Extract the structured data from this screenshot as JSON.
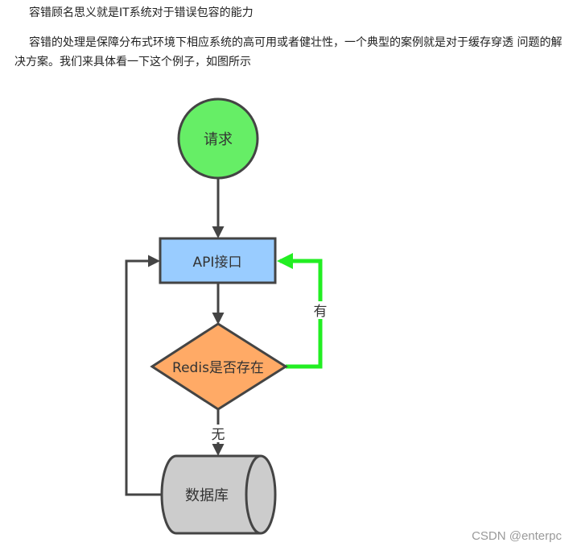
{
  "article": {
    "paragraph1": "容错顾名思义就是IT系统对于错误包容的能力",
    "paragraph2": "容错的处理是保障分布式环境下相应系统的高可用或者健壮性，一个典型的案例就是对于缓存穿透 问题的解决方案。我们来具体看一下这个例子，如图所示"
  },
  "diagram": {
    "request": "请求",
    "api": "API接口",
    "decision": "Redis是否存在",
    "yes_label": "有",
    "no_label": "无",
    "database": "数据库"
  },
  "colors": {
    "request_fill": "#66ee66",
    "api_fill": "#99ccff",
    "decision_fill": "#ffaa66",
    "database_fill": "#cccccc",
    "yes_arrow": "#22ee22",
    "arrow": "#444444"
  },
  "watermark": "CSDN @enterpc"
}
